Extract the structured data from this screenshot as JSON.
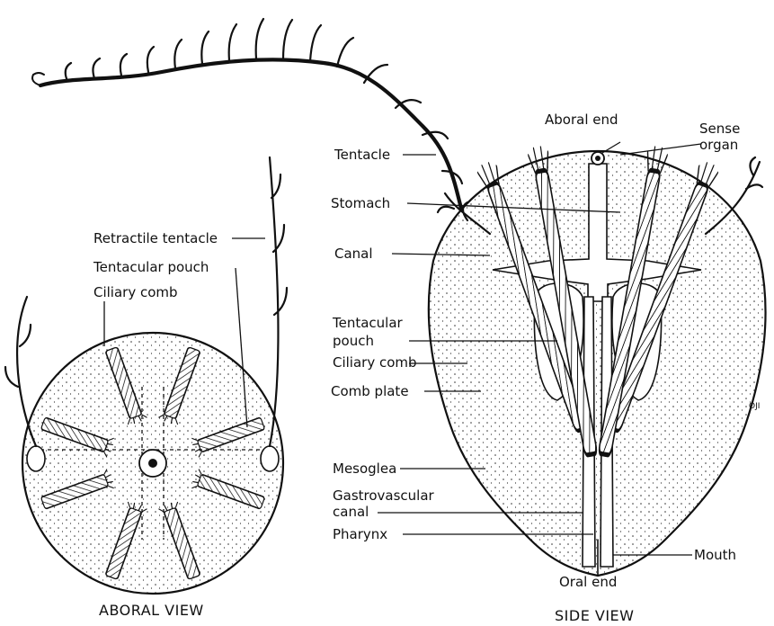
{
  "labels": {
    "aboral_end": "Aboral end",
    "sense_organ_line1": "Sense",
    "sense_organ_line2": "organ",
    "tentacle": "Tentacle",
    "stomach": "Stomach",
    "canal": "Canal",
    "tentacular_pouch_right_line1": "Tentacular",
    "tentacular_pouch_right_line2": "pouch",
    "ciliary_comb_right": "Ciliary comb",
    "comb_plate": "Comb plate",
    "mesoglea": "Mesoglea",
    "gastrovascular_line1": "Gastrovascular",
    "gastrovascular_line2": "canal",
    "pharynx": "Pharynx",
    "mouth": "Mouth",
    "oral_end": "Oral end",
    "retractile_tentacle": "Retractile tentacle",
    "tentacular_pouch_left": "Tentacular pouch",
    "ciliary_comb_left": "Ciliary comb",
    "signature": "OJI"
  },
  "captions": {
    "aboral_view": "ABORAL VIEW",
    "side_view": "SIDE VIEW"
  }
}
